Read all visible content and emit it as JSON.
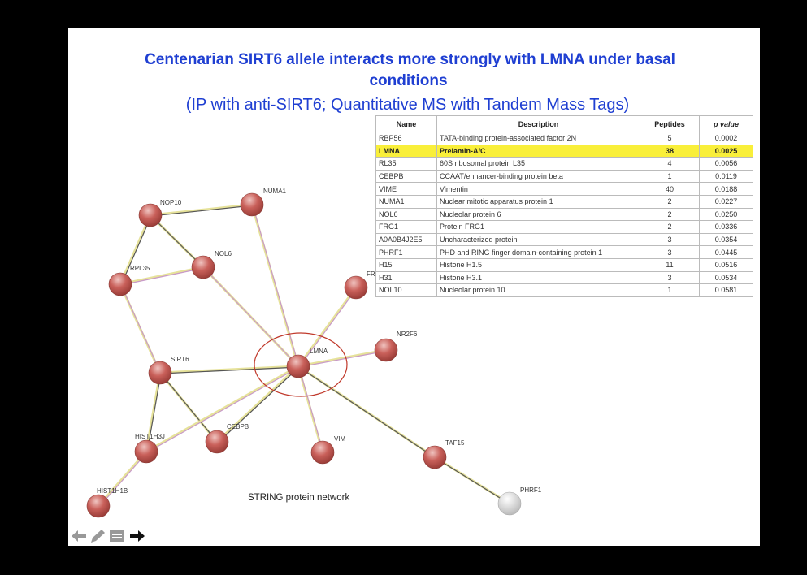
{
  "slide": {
    "title_line1": "Centenarian SIRT6 allele interacts more strongly with LMNA under basal",
    "title_line2": "conditions",
    "subtitle": "(IP with anti-SIRT6; Quantitative MS with Tandem Mass Tags)",
    "caption": "STRING protein network"
  },
  "table": {
    "headers": [
      "Name",
      "Description",
      "Peptides",
      "p value"
    ],
    "rows": [
      {
        "name": "RBP56",
        "desc": "TATA-binding protein-associated factor 2N",
        "peptides": "5",
        "p": "0.0002"
      },
      {
        "name": "LMNA",
        "desc": "Prelamin-A/C",
        "peptides": "38",
        "p": "0.0025",
        "highlight": true
      },
      {
        "name": "RL35",
        "desc": "60S ribosomal protein L35",
        "peptides": "4",
        "p": "0.0056"
      },
      {
        "name": "CEBPB",
        "desc": "CCAAT/enhancer-binding protein beta",
        "peptides": "1",
        "p": "0.0119"
      },
      {
        "name": "VIME",
        "desc": "Vimentin",
        "peptides": "40",
        "p": "0.0188"
      },
      {
        "name": "NUMA1",
        "desc": "Nuclear mitotic apparatus protein 1",
        "peptides": "2",
        "p": "0.0227"
      },
      {
        "name": "NOL6",
        "desc": "Nucleolar protein 6",
        "peptides": "2",
        "p": "0.0250"
      },
      {
        "name": "FRG1",
        "desc": "Protein FRG1",
        "peptides": "2",
        "p": "0.0336"
      },
      {
        "name": "A0A0B4J2E5",
        "desc": "Uncharacterized protein",
        "peptides": "3",
        "p": "0.0354"
      },
      {
        "name": "PHRF1",
        "desc": "PHD and RING finger domain-containing protein 1",
        "peptides": "3",
        "p": "0.0445"
      },
      {
        "name": "H15",
        "desc": "Histone H1.5",
        "peptides": "11",
        "p": "0.0516"
      },
      {
        "name": "H31",
        "desc": "Histone H3.1",
        "peptides": "3",
        "p": "0.0534"
      },
      {
        "name": "NOL10",
        "desc": "Nucleolar protein 10",
        "peptides": "1",
        "p": "0.0581"
      }
    ]
  },
  "network": {
    "nodes": [
      "NOP10",
      "NUMA1",
      "NOL6",
      "RPL35",
      "FR",
      "NR2F6",
      "LMNA",
      "SIRT6",
      "HIST1H3J",
      "CEBPB",
      "VIM",
      "TAF15",
      "HIST1H1B",
      "PHRF1"
    ],
    "edges": [
      [
        "NOP10",
        "NUMA1"
      ],
      [
        "NOP10",
        "RPL35"
      ],
      [
        "NOP10",
        "NOL6"
      ],
      [
        "RPL35",
        "NOL6"
      ],
      [
        "NUMA1",
        "LMNA"
      ],
      [
        "NOL6",
        "LMNA"
      ],
      [
        "RPL35",
        "SIRT6"
      ],
      [
        "FR",
        "LMNA"
      ],
      [
        "NR2F6",
        "LMNA"
      ],
      [
        "SIRT6",
        "LMNA"
      ],
      [
        "SIRT6",
        "HIST1H3J"
      ],
      [
        "SIRT6",
        "CEBPB"
      ],
      [
        "HIST1H3J",
        "LMNA"
      ],
      [
        "CEBPB",
        "LMNA"
      ],
      [
        "VIM",
        "LMNA"
      ],
      [
        "TAF15",
        "LMNA"
      ],
      [
        "TAF15",
        "PHRF1"
      ],
      [
        "HIST1H3J",
        "HIST1H1B"
      ]
    ],
    "highlighted_node": "LMNA",
    "node_color": "#c9605a",
    "inactive_node_color": "#d8d8d8",
    "highlight_ring_color": "#c0392b"
  },
  "toolbar": {
    "icons": [
      "arrow-left-icon",
      "pencil-icon",
      "notes-icon",
      "arrow-right-icon"
    ]
  }
}
